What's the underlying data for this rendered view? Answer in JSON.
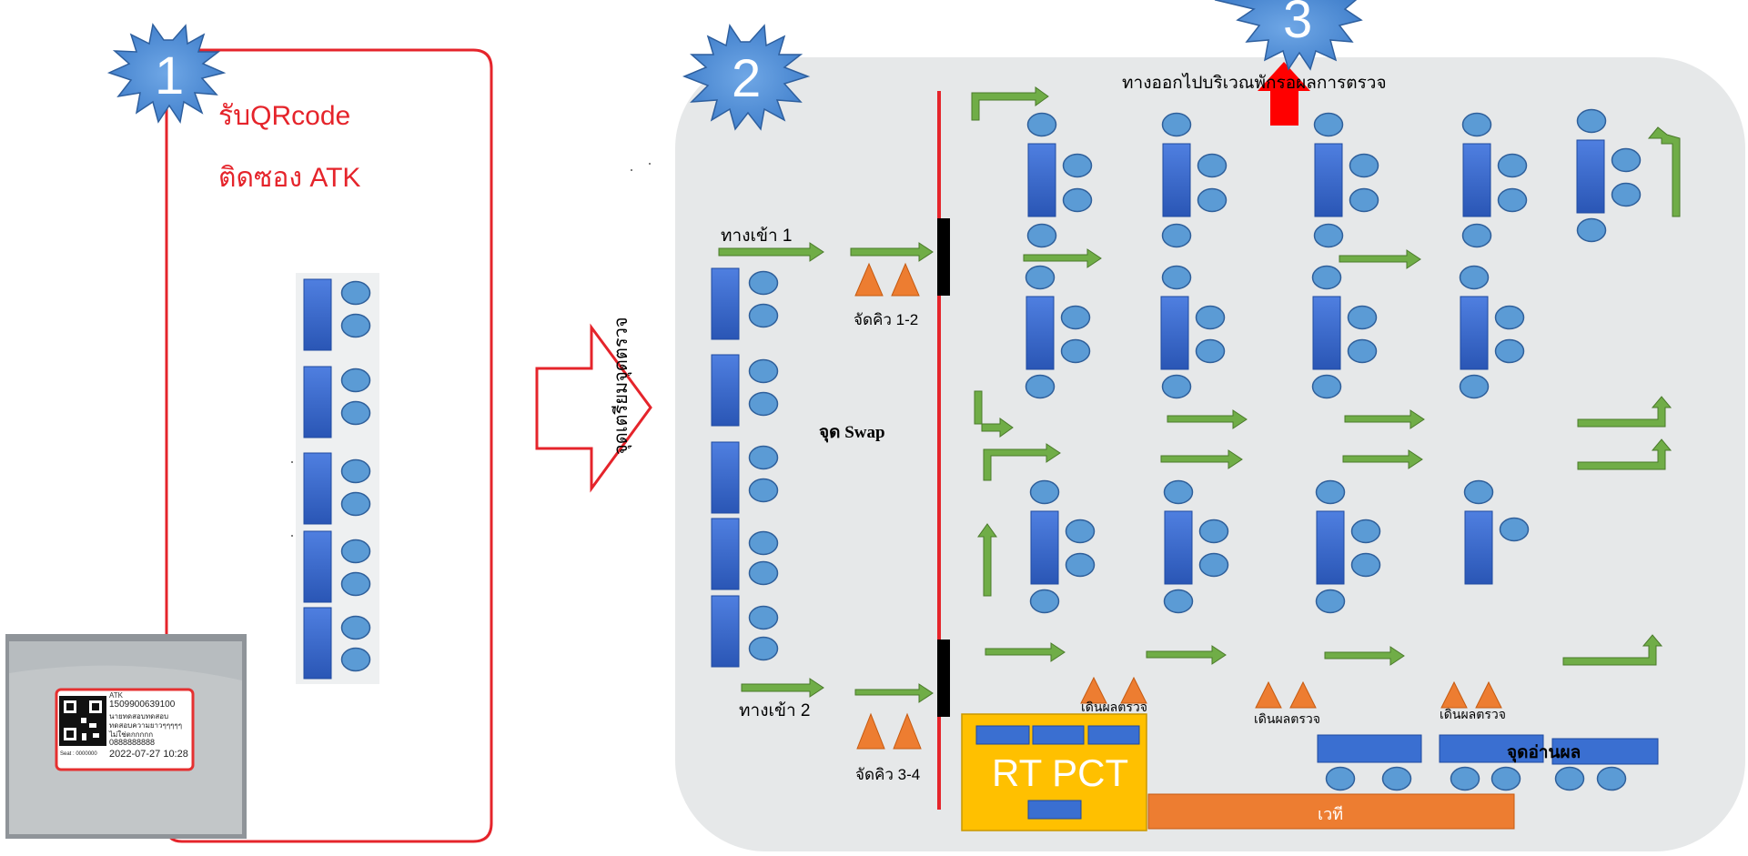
{
  "badges": {
    "one": "1",
    "two": "2",
    "three": "3"
  },
  "station1": {
    "line1": "รับQRcode",
    "line2": "ติดซอง ATK",
    "photo_label": {
      "atk": "ATK",
      "id": "1509900639100",
      "name": "นายทดสอบทดสอบ",
      "test": "ทดสอบความยาวๆๆๆๆๆ",
      "note": "ไม่ใช่ตกกกกก",
      "phone": "0888888888",
      "seat": "Seat : 0000000",
      "datetime": "2022-07-27 10:28"
    }
  },
  "area2": {
    "exit_label": "ทางออกไปบริเวณพักรอผลการตรวจ",
    "entrance1": "ทางเข้า 1",
    "entrance2": "ทางเข้า 2",
    "queue12": "จัดคิว 1-2",
    "queue34": "จัดคิว 3-4",
    "swab_point": "จุด Swap",
    "prep_point": "จุดเตรียมจุดตรวจ",
    "walk_results": [
      "เดินผลตรวจ",
      "เดินผลตรวจ",
      "เดินผลตรวจ"
    ],
    "rt_pct": "RT PCT",
    "stage": "เวที",
    "read_point": "จุดอ่านผล"
  },
  "colors": {
    "red": "#e5242b",
    "blue_desk": "#3a6fd1",
    "blue_seat": "#5b9bd5",
    "green_arrow": "#70ad47",
    "orange": "#ed7d31",
    "gold": "#ffc000",
    "area_gray": "#e6e8e9"
  }
}
